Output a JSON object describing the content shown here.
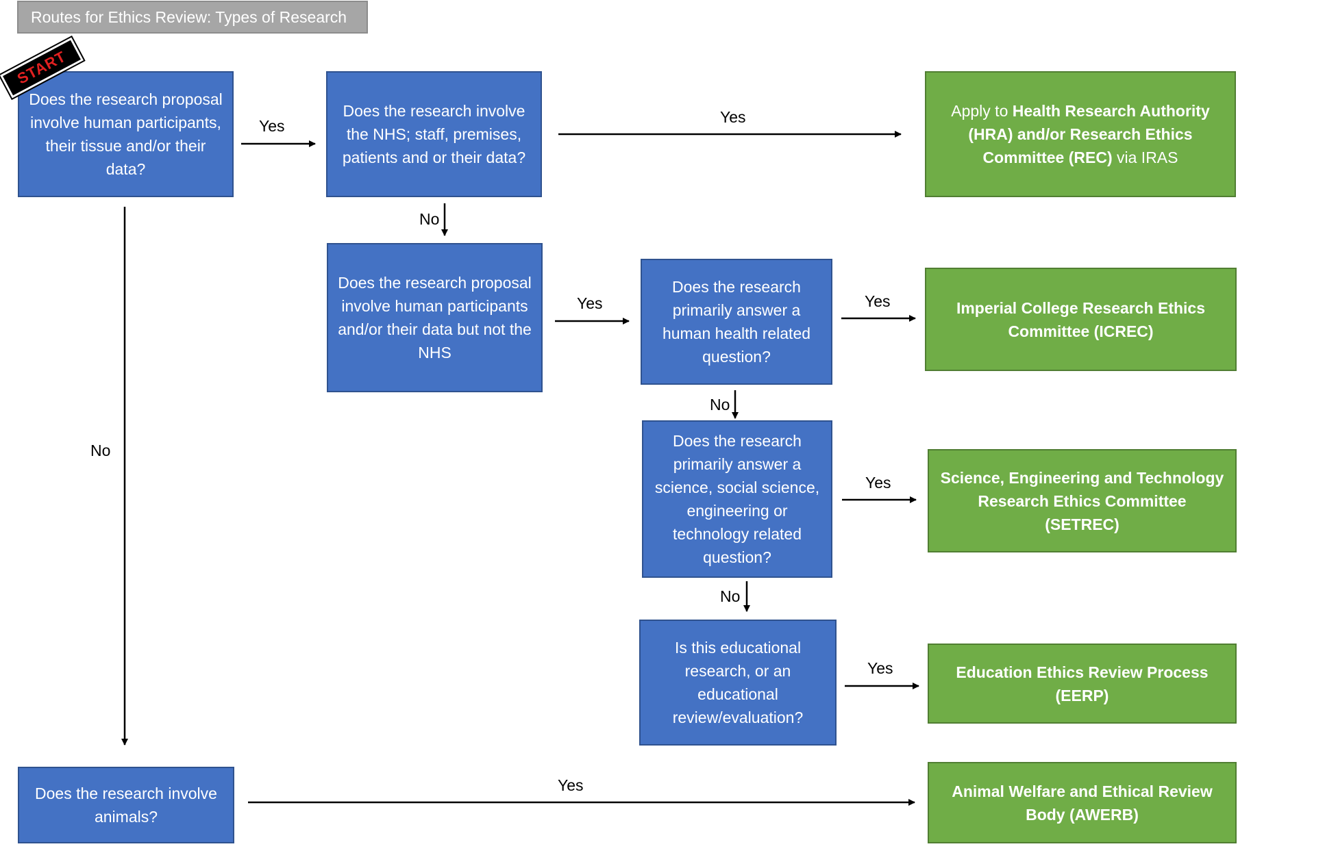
{
  "title": "Routes for Ethics Review: Types of Research",
  "start_label": "START",
  "questions": {
    "q1": "Does the research proposal involve human participants, their tissue and/or their data?",
    "q2": "Does the research involve the NHS; staff, premises, patients and or their data?",
    "q3": "Does the research proposal involve human participants and/or their data but not the NHS",
    "q4": "Does the research primarily answer a human health related question?",
    "q5": "Does the research primarily answer a science, social science, engineering or technology related question?",
    "q6": "Is this educational research, or an educational review/evaluation?",
    "q7": "Does the research involve animals?"
  },
  "outcomes": {
    "hra_prefix": "Apply to ",
    "hra_bold": "Health Research Authority (HRA) and/or Research Ethics Committee (REC)",
    "hra_suffix": " via IRAS",
    "icrec": "Imperial College Research Ethics Committee (ICREC)",
    "setrec": "Science, Engineering and Technology Research Ethics Committee (SETREC)",
    "eerp": "Education Ethics Review Process (EERP)",
    "awerb": "Animal Welfare and Ethical Review Body (AWERB)"
  },
  "edge_labels": {
    "q1_yes": "Yes",
    "q2_yes": "Yes",
    "q2_no": "No",
    "q3_yes": "Yes",
    "q4_yes": "Yes",
    "q4_no": "No",
    "q5_yes": "Yes",
    "q5_no": "No",
    "q6_yes": "Yes",
    "q1_no": "No",
    "q7_yes": "Yes"
  },
  "colors": {
    "question_fill": "#4472c4",
    "outcome_fill": "#70ad47",
    "title_fill": "#a6a6a6",
    "start_text": "#e02020"
  }
}
